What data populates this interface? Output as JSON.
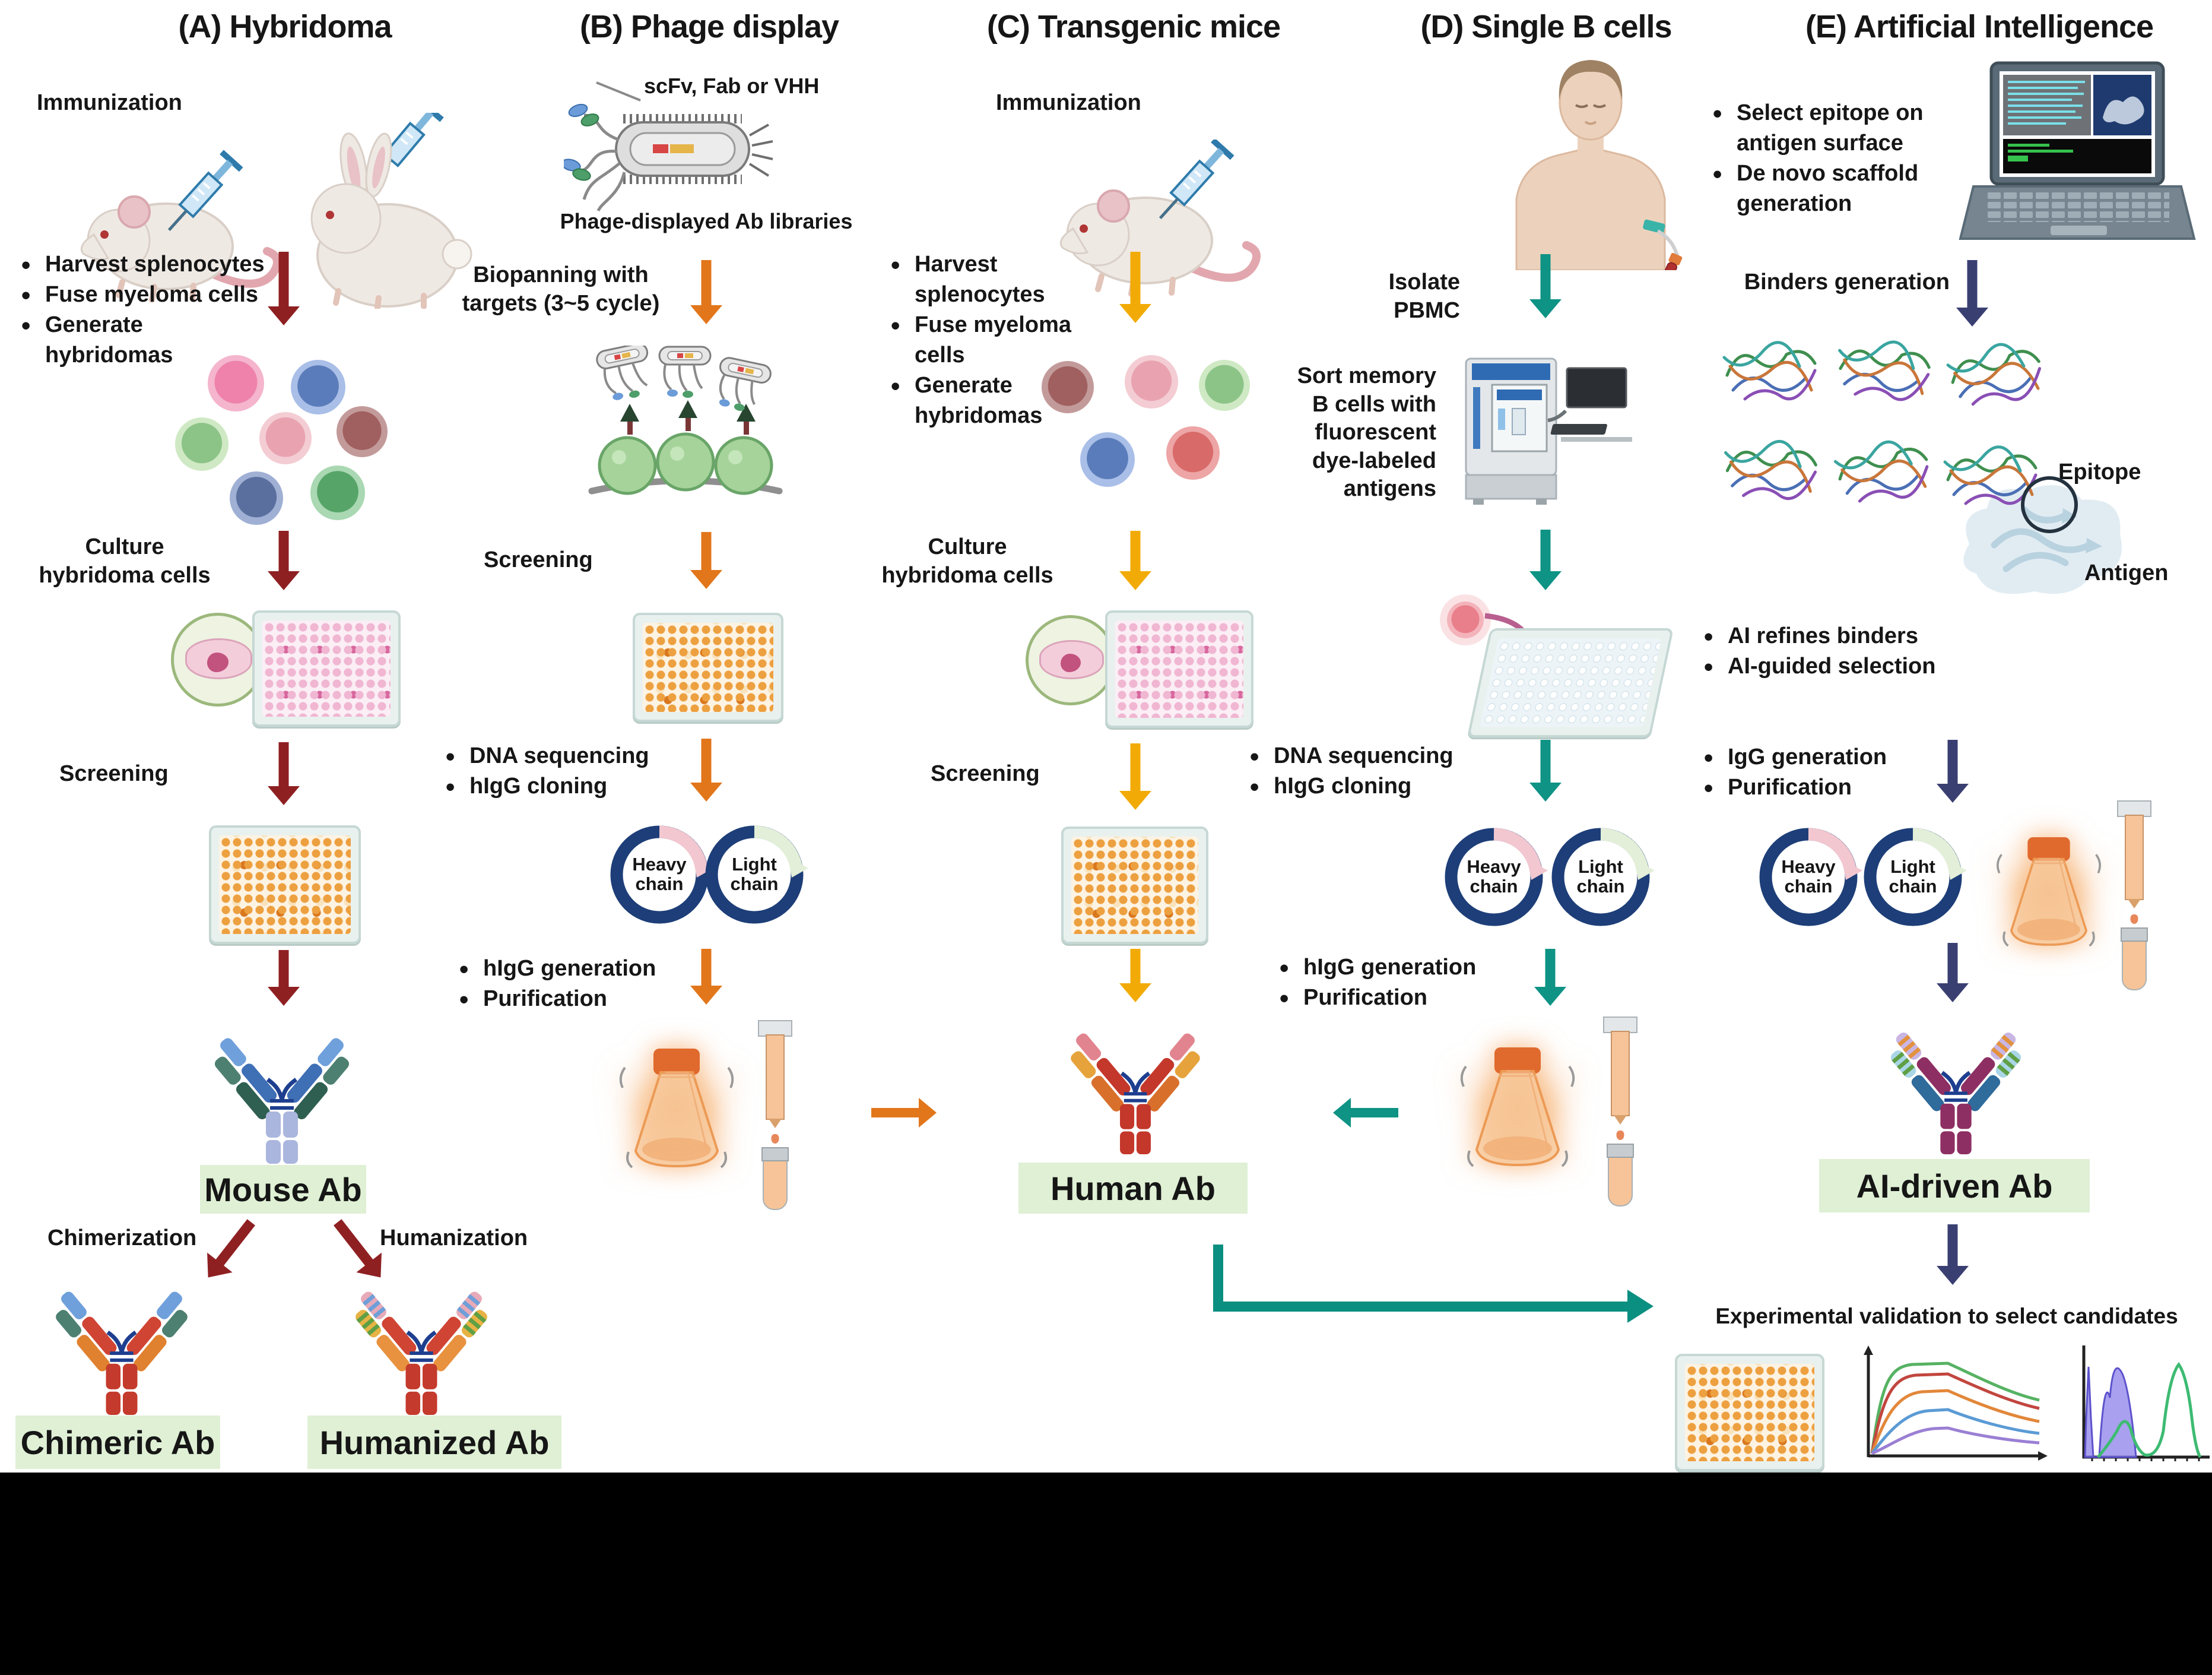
{
  "colors": {
    "arrow_hybridoma": "#8f2022",
    "arrow_phage": "#e2761b",
    "arrow_transgenic": "#f2ab06",
    "arrow_single_b": "#0e9385",
    "arrow_ai": "#3a3f72",
    "teal_path": "#0b8f80",
    "label_box_bg": "#dff0d5",
    "text": "#161616"
  },
  "icons": {
    "mouse": "mouse-icon",
    "rabbit": "rabbit-icon",
    "syringe": "syringe-icon",
    "phage": "phage-icon",
    "cells": "cell-cluster-icon",
    "well_plate": "well-plate-icon",
    "petri": "petri-dish-icon",
    "plasmid": "plasmid-icon",
    "flask": "shaker-flask-icon",
    "column": "purification-column-icon",
    "facs": "cell-sorter-icon",
    "donor": "human-donor-icon",
    "laptop": "laptop-icon",
    "binder": "protein-binder-icon",
    "antigen": "antigen-icon",
    "antibody": "antibody-icon",
    "spr": "binding-curves-icon",
    "flow": "flow-histogram-icon"
  },
  "headers": {
    "a": "(A) Hybridoma",
    "b": "(B) Phage display",
    "c": "(C) Transgenic mice",
    "d": "(D) Single B cells",
    "e": "(E) Artificial Intelligence"
  },
  "col_a": {
    "immunization": "Immunization",
    "steps1": [
      "Harvest splenocytes",
      "Fuse myeloma cells",
      "Generate hybridomas"
    ],
    "culture": "Culture hybridoma cells",
    "screening": "Screening",
    "mouse_ab": "Mouse Ab",
    "chimerization": "Chimerization",
    "humanization": "Humanization",
    "chimeric_ab": "Chimeric Ab",
    "humanized_ab": "Humanized Ab"
  },
  "col_b": {
    "scfv": "scFv, Fab or VHH",
    "library": "Phage-displayed Ab libraries",
    "biopanning": "Biopanning with targets (3~5 cycle)",
    "screening": "Screening",
    "steps_seq": [
      "DNA sequencing",
      "hIgG cloning"
    ],
    "plasmid_heavy": "Heavy chain",
    "plasmid_light": "Light chain",
    "steps_gen": [
      "hIgG generation",
      "Purification"
    ]
  },
  "col_c": {
    "immunization": "Immunization",
    "steps1": [
      "Harvest splenocytes",
      "Fuse myeloma cells",
      "Generate hybridomas"
    ],
    "culture": "Culture hybridoma cells",
    "screening": "Screening",
    "human_ab": "Human Ab"
  },
  "col_d": {
    "isolate": "Isolate PBMC",
    "sort": "Sort memory B cells with fluorescent dye-labeled antigens",
    "steps_seq": [
      "DNA sequencing",
      "hIgG cloning"
    ],
    "plasmid_heavy": "Heavy chain",
    "plasmid_light": "Light chain",
    "steps_gen": [
      "hIgG generation",
      "Purification"
    ]
  },
  "col_e": {
    "steps_design": [
      "Select epitope on antigen surface",
      "De novo scaffold generation"
    ],
    "binders": "Binders generation",
    "epitope": "Epitope",
    "antigen": "Antigen",
    "steps_refine": [
      "AI refines binders",
      "AI-guided selection"
    ],
    "steps_gen": [
      "IgG generation",
      "Purification"
    ],
    "plasmid_heavy": "Heavy chain",
    "plasmid_light": "Light chain",
    "ai_ab": "AI-driven Ab",
    "validation": "Experimental validation to select candidates"
  }
}
